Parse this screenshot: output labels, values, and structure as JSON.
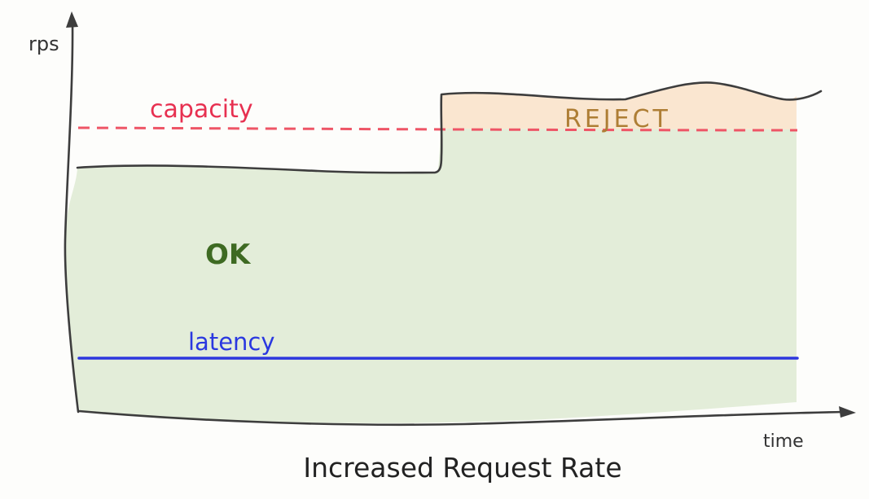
{
  "colors": {
    "background": "#fdfdfb",
    "ink": "#3d3d3d"
  },
  "title": {
    "text": "Increased Request Rate",
    "color": "#222222"
  },
  "y_axis": {
    "label": "rps",
    "label_color": "#333333"
  },
  "x_axis": {
    "label": "time",
    "label_color": "#333333"
  },
  "capacity": {
    "label": "capacity",
    "label_color": "#e73050",
    "line_color": "#ee5566",
    "line_style": "dashed"
  },
  "ok_region": {
    "label": "OK",
    "label_color": "#3e6a22",
    "fill_color": "#e3edd9"
  },
  "reject_region": {
    "label": "REJECT",
    "label_color": "#ae7e35",
    "fill_color": "#fae6d0"
  },
  "latency": {
    "label": "latency",
    "label_color": "#2a38e0",
    "line_color": "#2d37de"
  }
}
